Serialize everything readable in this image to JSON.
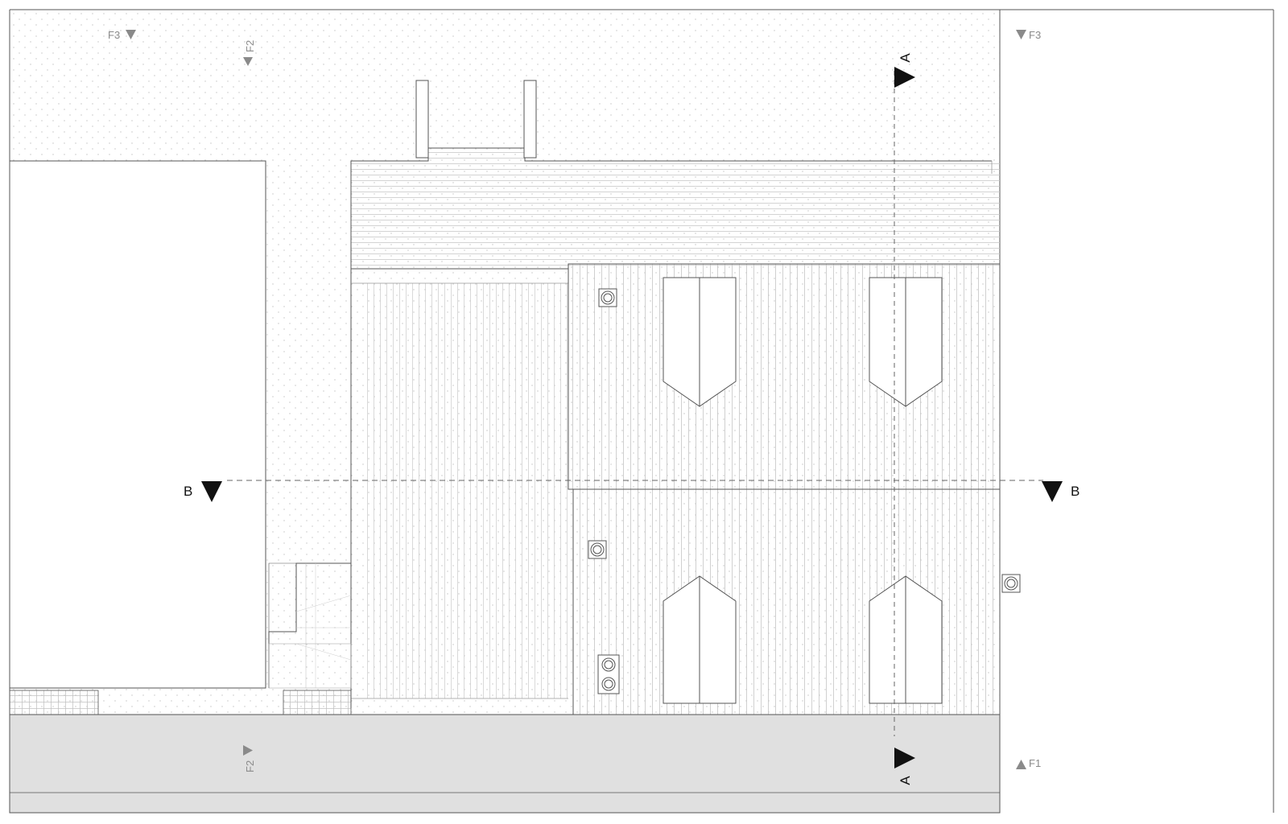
{
  "colors": {
    "background": "#ffffff",
    "line": "#555555",
    "hatch": "#bdbdbd",
    "grass_dot": "#c4c4c4",
    "street_fill": "#e0e0e0",
    "marker_black": "#111111",
    "marker_grey": "#8a8a8a"
  },
  "section_markers": [
    {
      "id": "a-top",
      "label": "A",
      "direction": "right",
      "style": "black"
    },
    {
      "id": "a-bottom",
      "label": "A",
      "direction": "right",
      "style": "black"
    },
    {
      "id": "b-left",
      "label": "B",
      "direction": "down",
      "style": "black"
    },
    {
      "id": "b-right",
      "label": "B",
      "direction": "down",
      "style": "black"
    }
  ],
  "facade_markers": [
    {
      "id": "f3-left",
      "label": "F3",
      "direction": "down",
      "style": "grey"
    },
    {
      "id": "f2-top",
      "label": "F2",
      "direction": "down",
      "style": "grey",
      "rotated": true
    },
    {
      "id": "f3-right",
      "label": "F3",
      "direction": "down",
      "style": "grey"
    },
    {
      "id": "f2-bottom",
      "label": "F2",
      "direction": "right",
      "style": "grey",
      "rotated": true
    },
    {
      "id": "f1",
      "label": "F1",
      "direction": "up",
      "style": "grey"
    }
  ],
  "icons": {
    "roof_vent": "double-circle-vent-icon",
    "skylight": "pentagon-skylight-icon"
  }
}
